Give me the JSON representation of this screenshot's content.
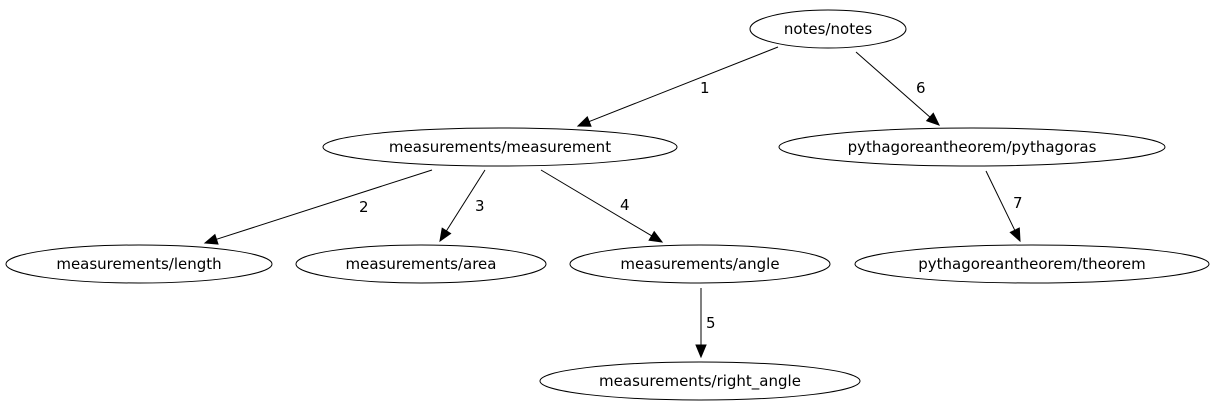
{
  "graph": {
    "nodes": [
      {
        "id": "notes",
        "label": "notes/notes"
      },
      {
        "id": "measurement",
        "label": "measurements/measurement"
      },
      {
        "id": "pythagoras",
        "label": "pythagoreantheorem/pythagoras"
      },
      {
        "id": "length",
        "label": "measurements/length"
      },
      {
        "id": "area",
        "label": "measurements/area"
      },
      {
        "id": "angle",
        "label": "measurements/angle"
      },
      {
        "id": "theorem",
        "label": "pythagoreantheorem/theorem"
      },
      {
        "id": "right_angle",
        "label": "measurements/right_angle"
      }
    ],
    "edges": [
      {
        "from": "notes",
        "to": "measurement",
        "label": "1"
      },
      {
        "from": "measurement",
        "to": "length",
        "label": "2"
      },
      {
        "from": "measurement",
        "to": "area",
        "label": "3"
      },
      {
        "from": "measurement",
        "to": "angle",
        "label": "4"
      },
      {
        "from": "angle",
        "to": "right_angle",
        "label": "5"
      },
      {
        "from": "notes",
        "to": "pythagoras",
        "label": "6"
      },
      {
        "from": "pythagoras",
        "to": "theorem",
        "label": "7"
      }
    ]
  }
}
